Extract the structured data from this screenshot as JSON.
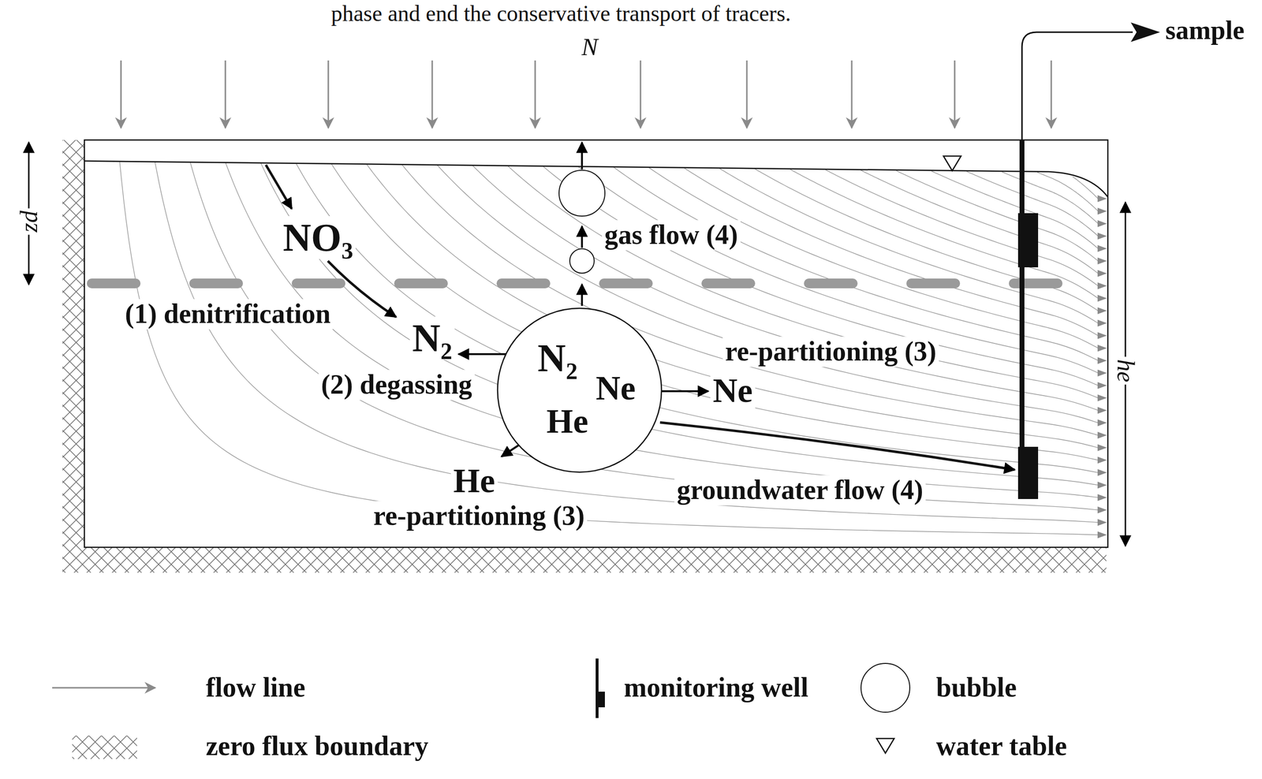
{
  "diagram": {
    "nodes": [
      {
        "text": [
          "N₂",
          "Ne",
          "He"
        ]
      }
    ],
    "labels": [
      "phase and end the conservative transport of tracers.",
      "N",
      "sample",
      "NO₃",
      "gas flow (4)",
      "(1) denitrification",
      "N₂",
      "(2) degassing",
      "re-partitioning (3)",
      "Ne",
      "He",
      "groundwater flow (4)",
      "re-partitioning (3)",
      "zd",
      "he"
    ],
    "legend": [
      {
        "text": "flow line"
      },
      {
        "text": "zero flux boundary"
      },
      {
        "text": "monitoring well"
      },
      {
        "text": "bubble"
      },
      {
        "text": "water table"
      }
    ]
  }
}
